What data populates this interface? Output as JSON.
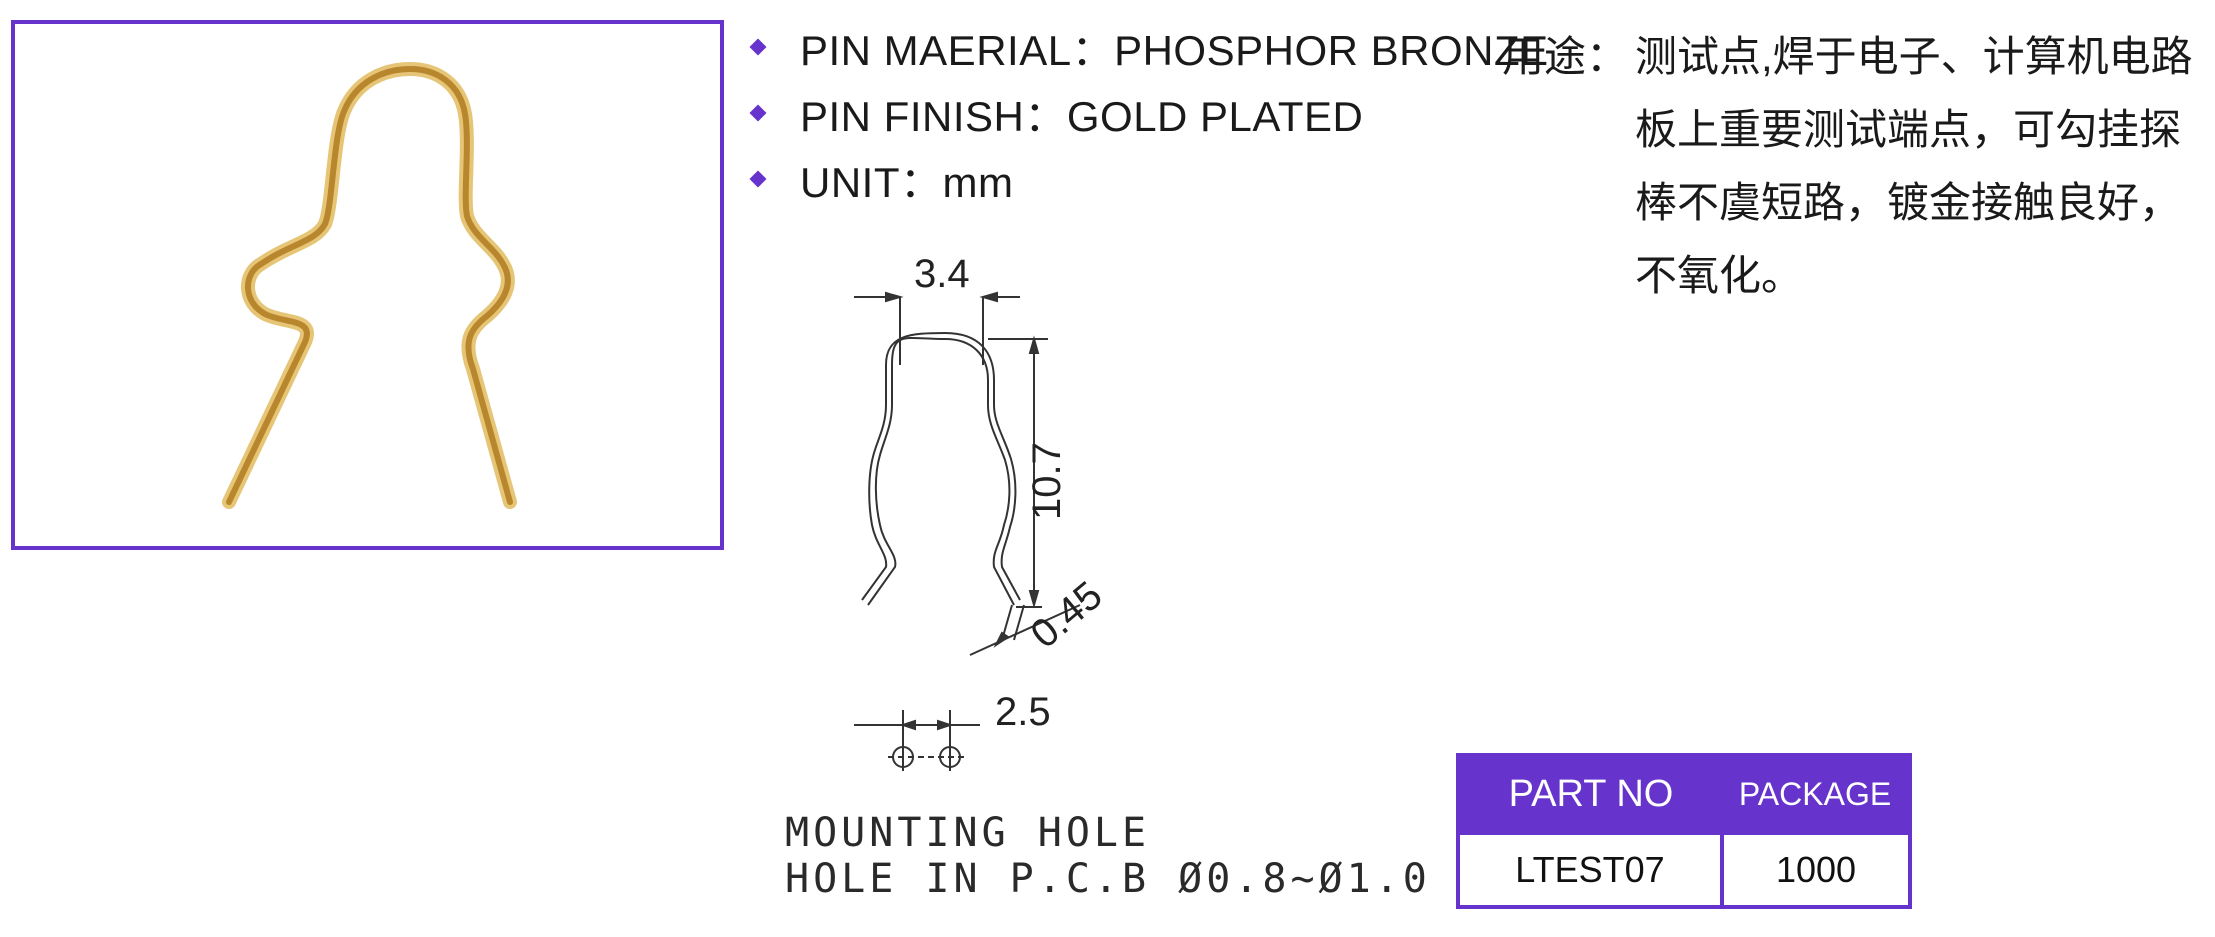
{
  "specs": [
    {
      "label": "PIN MAERIAL：PHOSPHOR BRONZE"
    },
    {
      "label": "PIN FINISH：GOLD PLATED"
    },
    {
      "label": "UNIT：mm"
    }
  ],
  "usage": {
    "label": "用途：",
    "text": "测试点,焊于电子、计算机电路板上重要测试端点，可勾挂探棒不虞短路，镀金接触良好，不氧化。"
  },
  "drawing": {
    "dim_width": "3.4",
    "dim_height": "10.7",
    "dim_thickness": "0.45",
    "dim_pitch": "2.5"
  },
  "mounting": {
    "line1": "MOUNTING HOLE",
    "line2": "HOLE IN P.C.B Ø0.8~Ø1.0"
  },
  "table": {
    "headers": [
      "PART NO",
      "PACKAGE"
    ],
    "row": [
      "LTEST07",
      "1000"
    ]
  },
  "colors": {
    "accent": "#6633cc",
    "gold": "#c9a248"
  }
}
